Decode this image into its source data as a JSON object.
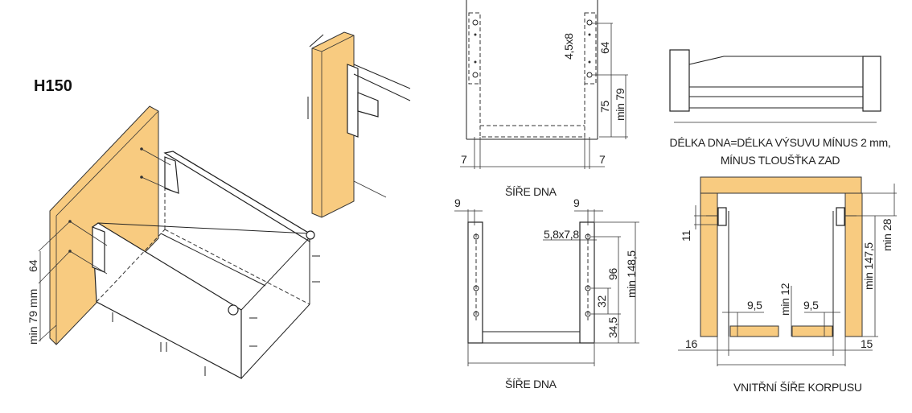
{
  "title": "H150",
  "colors": {
    "wood": "#f8cb80",
    "line": "#222222"
  },
  "isometric": {
    "dim_64": "64",
    "dim_min79": "min 79 mm"
  },
  "back_view": {
    "slot_label": "4,5x8",
    "dim_64": "64",
    "dim_75": "75",
    "dim_min79": "min 79",
    "left_offset": "7",
    "right_offset": "7",
    "caption": "ŠÍŘE DNA"
  },
  "front_view": {
    "left_offset": "9",
    "right_offset": "9",
    "hole_label": "5,8x7,8",
    "dim_96": "96",
    "dim_32": "32",
    "dim_34_5": "34,5",
    "dim_min148_5": "min 148,5",
    "caption": "ŠÍŘE DNA"
  },
  "side_view": {
    "note_line1": "DÉLKA DNA=DÉLKA VÝSUVU MÍNUS 2 mm,",
    "note_line2": "MÍNUS TLOUŠŤKA ZAD"
  },
  "section_view": {
    "dim_11": "11",
    "dim_min28": "min 28",
    "dim_min147_5": "min 147,5",
    "dim_min12": "min 12",
    "dim_9_5_left": "9,5",
    "dim_9_5_right": "9,5",
    "dim_16": "16",
    "dim_15": "15",
    "caption": "VNITŘNÍ ŠÍŘE KORPUSU"
  }
}
